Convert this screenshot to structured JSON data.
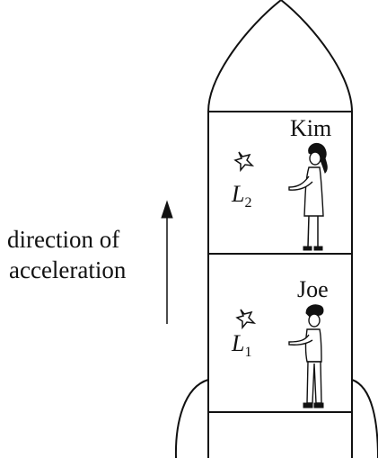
{
  "arrow_label": {
    "line1": "direction of",
    "line2": "acceleration"
  },
  "upper_person": {
    "name": "Kim",
    "light_symbol": "L",
    "light_subscript": "2"
  },
  "lower_person": {
    "name": "Joe",
    "light_symbol": "L",
    "light_subscript": "1"
  }
}
